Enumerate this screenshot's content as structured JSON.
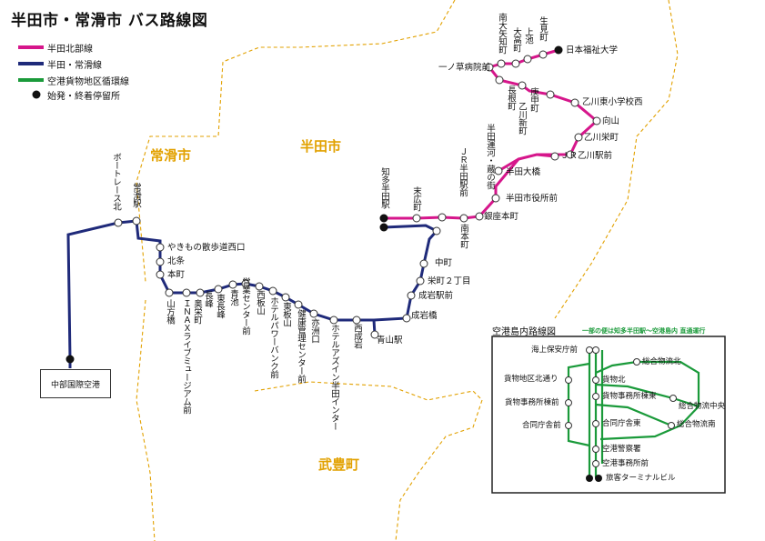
{
  "title": "半田市・常滑市 バス路線図",
  "legend": {
    "handa_kita": "半田北部線",
    "handa_tokoname": "半田・常滑線",
    "cargo": "空港貨物地区循環線",
    "terminal": "始発・終着停留所"
  },
  "colors": {
    "handa_kita": "#d6168b",
    "handa_tokoname": "#1f2a7a",
    "cargo": "#1a9a3a",
    "city_label": "#e2a100",
    "boundary": "#e2a100"
  },
  "cities": {
    "tokoname": "常滑市",
    "handa": "半田市",
    "taketoyo": "武豊町"
  },
  "stops": {
    "nihon_fukushi": "日本福祉大学",
    "seigenmachi": "生見町",
    "kamiike": "上池",
    "otakamachi": "大高町",
    "minami_yachi": "南大矢知町",
    "ichinokusa": "一ノ草病院前",
    "nagane": "長根町",
    "kotsushin": "庚申町",
    "otokawa_higashi": "乙川東小学校西",
    "otokawa_shinmachi": "乙川新町",
    "mukaiyama": "向山",
    "otokawa_eiji": "乙川栄町",
    "jr_otokawa": "ＪＲ乙川駅前",
    "unga_kura": "半田運河・蔵の街",
    "handa_ohashi": "半田大橋",
    "jr_handa": "ＪＲ半田駅前",
    "shiyakusho": "半田市役所前",
    "ginza": "銀座本町",
    "chita_handa": "知多半田駅",
    "suehiro": "末広町",
    "minami_hon": "南本町",
    "nakamachi": "中町",
    "sakaemachi": "栄町２丁目",
    "narui": "成岩駅前",
    "naruibashi": "成岩橋",
    "aoyama": "青山駅",
    "nishinarui": "西成岩",
    "hotel_handa_ic": "ホテルアズイン半田インター",
    "eisu": "亦洲口",
    "kenshin": "健康管理センター前",
    "higashi_itayama": "東板山",
    "hotel_power": "ホテルパワーバンク前",
    "nishi_itayama": "西板山",
    "aoike": "青池",
    "eigyou": "営業センター前",
    "higashi_nagamine": "東長峰",
    "nagamine": "長峰",
    "okuyone": "奥栄町",
    "inax": "ＩＮＡＸライブミュージアム前",
    "yamakata": "山方橋",
    "honmachi": "本町",
    "kitajo": "北条",
    "yakimono": "やきもの散歩道西口",
    "tokoname_st": "常滑駅",
    "boatrace": "ボートレース北",
    "chubu_airport": "中部国際空港"
  },
  "inset": {
    "title": "空港島内路線図",
    "note": "一部の便は知多半田駅～空港島内 直通運行",
    "stops": {
      "kaijo": "海上保安庁前",
      "kamotsu_chiku": "貨物地区北通り",
      "kamotsu_kita": "貨物北",
      "sogo_kita": "総合物流北",
      "jimusho_tou": "貨物事務所棟前",
      "jimusho_higashi": "貨物事務所棟東",
      "sogo_chuo": "総合物流中央",
      "godo_mae": "合同庁舎前",
      "godo_higashi": "合同庁舎東",
      "sogo_minami": "総合物流南",
      "keisatsu": "空港警察署",
      "jimu": "空港事務所前",
      "terminal": "旅客ターミナルビル"
    }
  }
}
